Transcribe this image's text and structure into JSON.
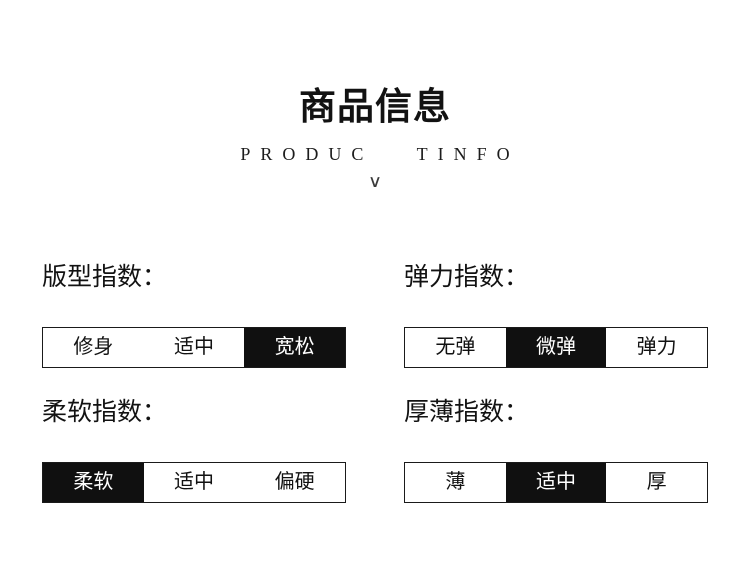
{
  "header": {
    "title": "商品信息",
    "subtitle": "PRODUC   TINFO",
    "chevron": "∨"
  },
  "colors": {
    "ink": "#121212",
    "border": "#1a1a1a",
    "highlight_bg": "#101010",
    "highlight_text": "#ffffff",
    "bg": "#ffffff"
  },
  "indices": [
    {
      "label": "版型指数：",
      "options": [
        {
          "text": "修身",
          "highlighted": false
        },
        {
          "text": "适中",
          "highlighted": false
        },
        {
          "text": "宽松",
          "highlighted": true
        }
      ]
    },
    {
      "label": "弹力指数：",
      "options": [
        {
          "text": "无弹",
          "highlighted": false
        },
        {
          "text": "微弹",
          "highlighted": true
        },
        {
          "text": "弹力",
          "highlighted": false
        }
      ]
    },
    {
      "label": "柔软指数：",
      "options": [
        {
          "text": "柔软",
          "highlighted": true
        },
        {
          "text": "适中",
          "highlighted": false
        },
        {
          "text": "偏硬",
          "highlighted": false
        }
      ]
    },
    {
      "label": "厚薄指数：",
      "options": [
        {
          "text": "薄",
          "highlighted": false
        },
        {
          "text": "适中",
          "highlighted": true
        },
        {
          "text": "厚",
          "highlighted": false
        }
      ]
    }
  ]
}
